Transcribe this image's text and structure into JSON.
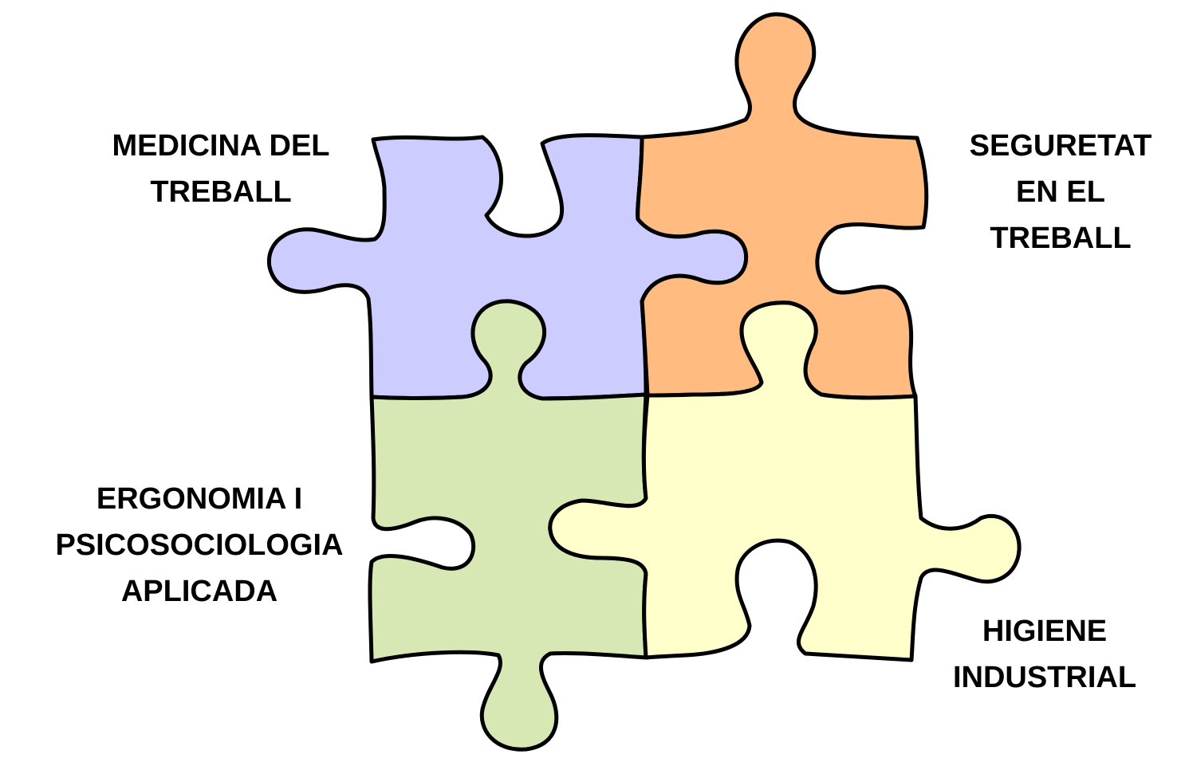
{
  "colors": {
    "medicina": "#ccccff",
    "seguretat": "#ffbb80",
    "ergonomia": "#d8e8b4",
    "higiene": "#ffffcc",
    "outline": "#000000",
    "text": "#000000"
  },
  "labels": {
    "medicina": [
      "MEDICINA DEL",
      "TREBALL"
    ],
    "seguretat": [
      "SEGURETAT",
      "EN EL",
      "TREBALL"
    ],
    "ergonomia": [
      "ERGONOMIA I",
      "PSICOSOCIOLOGIA",
      "APLICADA"
    ],
    "higiene": [
      "HIGIENE",
      "INDUSTRIAL"
    ]
  }
}
